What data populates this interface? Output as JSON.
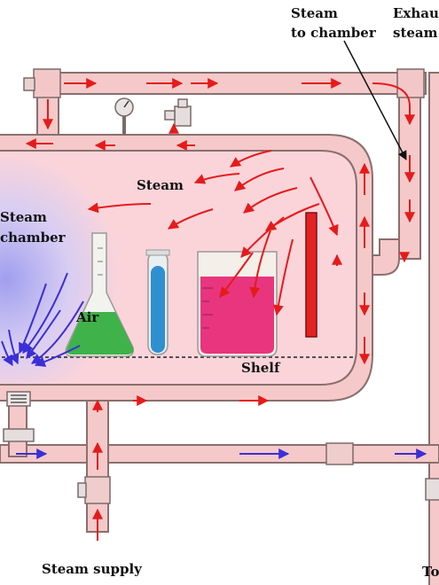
{
  "labels": {
    "steam_to_chamber_line1": "Steam",
    "steam_to_chamber_line2": "to chamber",
    "exhaust_line1": "Exhau",
    "exhaust_line2": "steam",
    "steam": "Steam",
    "steam_chamber_line1": "Steam",
    "steam_chamber_line2": "chamber",
    "air": "Air",
    "shelf": "Shelf",
    "steam_supply": "Steam supply",
    "to_partial": "To"
  },
  "colors": {
    "pipe_fill": "#f5c9c9",
    "pipe_stroke": "#8a6f6f",
    "steam_arrow": "#e51b1b",
    "air_arrow": "#3b2fd6",
    "chamber_steam": "#fbd4da",
    "chamber_air": "#b9b6f2",
    "flask_liquid": "#3fb24a",
    "tube_liquid": "#2f8fd0",
    "beaker_liquid": "#e8357e",
    "red_bar": "#e52222"
  }
}
